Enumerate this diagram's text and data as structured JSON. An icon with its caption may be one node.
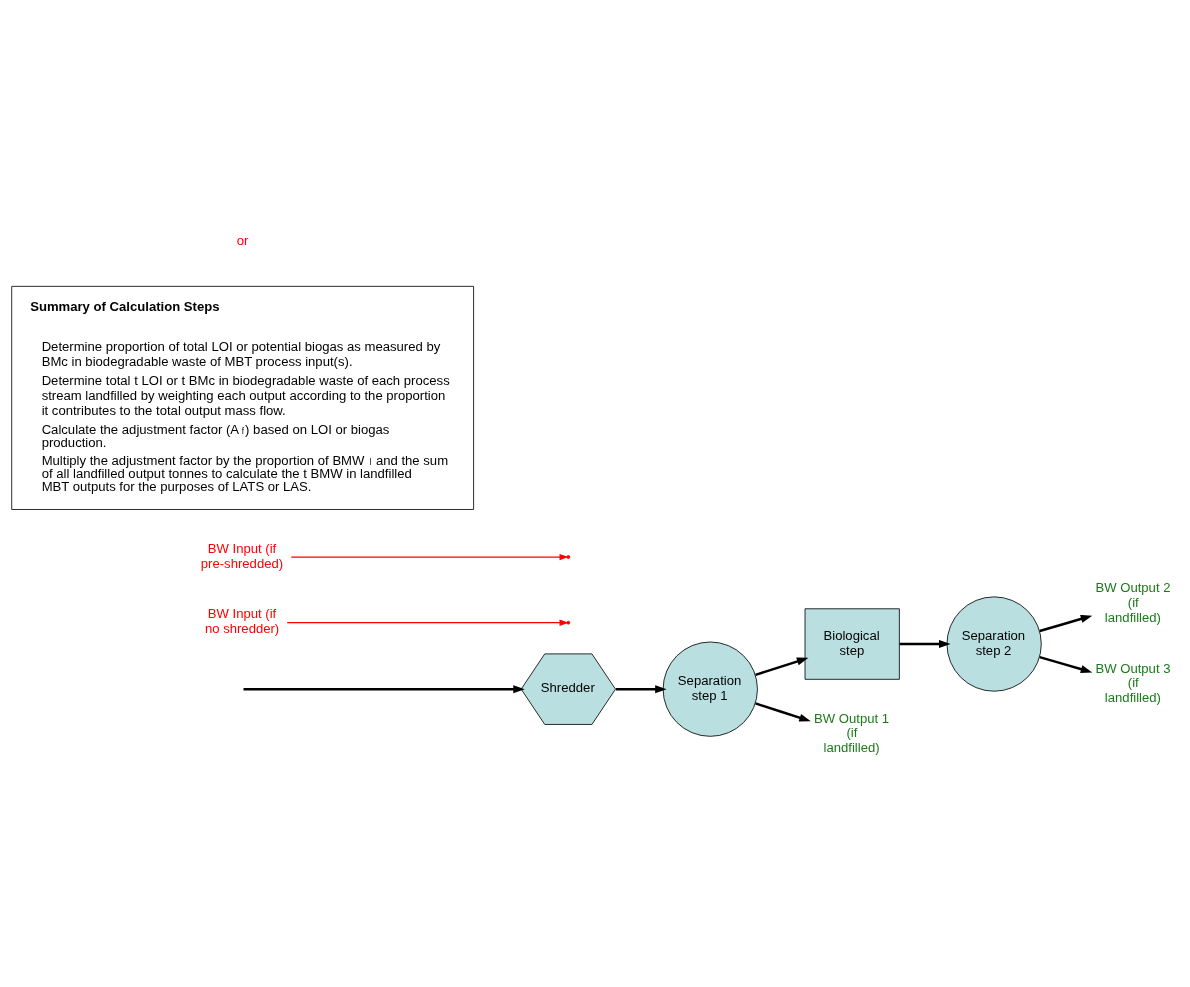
{
  "diagram": {
    "nodes": [
      {
        "text": [
          "Shredder"
        ]
      },
      {
        "text": [
          "Separation step 1"
        ]
      },
      {
        "text": [
          "Biological step"
        ]
      },
      {
        "text": [
          "Separation step 2"
        ]
      },
      {
        "text": [
          "BW Output 1 (if landfilled)"
        ]
      },
      {
        "text": [
          "BW Output 2 (if landfilled)"
        ]
      },
      {
        "text": [
          "BW Output 3 (if landfilled)"
        ]
      },
      {
        "text": [
          "BW Input (if no shredder)"
        ]
      },
      {
        "text": [
          "BW Input (if pre-shredded)"
        ]
      },
      {
        "text": [
          "Summary of Calculation Steps",
          "Determine proportion of total LOI or potential biogas as measured by BMc in biodegradable waste of MBT process input(s).",
          "Determine total t LOI or t BMc in biodegradable waste of each process stream landfilled by weighting each output according to the proportion it contributes to the total output mass flow.",
          "Calculate the adjustment factor (A$_{f}$) based on LOI or biogas production.",
          "Multiply the adjustment factor by the proportion of BMW$_{l}$ and the sum of all landfilled output tonnes to calculate the t BMW in landfilled MBT outputs for the purposes of LATS or LAS."
        ]
      }
    ],
    "edges": [
      {
        "from": null,
        "to": 0,
        "arrow": "to"
      },
      {
        "from": 0,
        "to": 1,
        "arrow": "to"
      },
      {
        "from": 1,
        "to": 2,
        "arrow": "to"
      },
      {
        "from": 2,
        "to": 3,
        "arrow": "to"
      },
      {
        "from": 1,
        "to": 4,
        "arrow": "to"
      },
      {
        "from": 3,
        "to": 5,
        "arrow": "to"
      },
      {
        "from": 3,
        "to": 6,
        "arrow": "to"
      },
      {
        "from": 7,
        "to": null,
        "arrow": "to",
        "color": "#ff0000"
      },
      {
        "from": 8,
        "to": null,
        "arrow": "to",
        "color": "#ff0000"
      }
    ],
    "labels": [
      "or"
    ]
  }
}
